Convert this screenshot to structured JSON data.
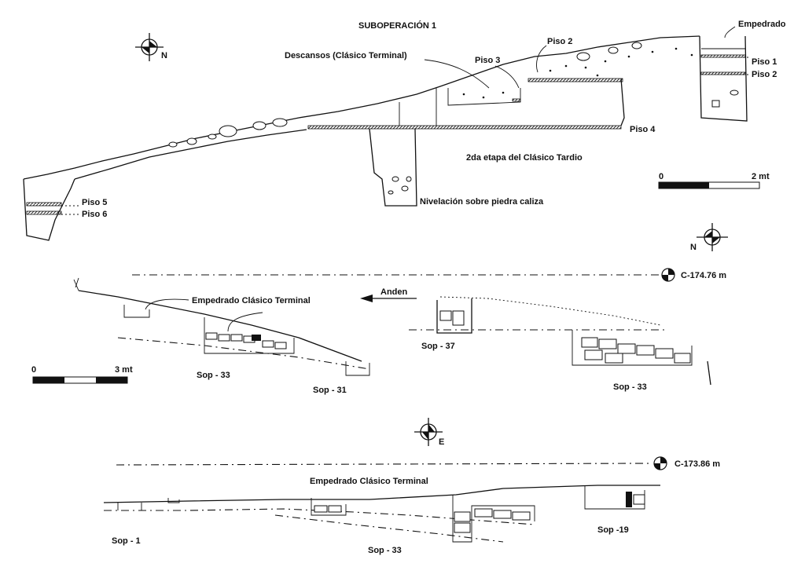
{
  "section1": {
    "title": "SUBOPERACIÓN 1",
    "compass_label": "N",
    "labels": {
      "empedrado": "Empedrado",
      "piso1": "Piso 1",
      "piso2_right": "Piso 2",
      "piso2_top": "Piso 2",
      "piso3": "Piso 3",
      "piso4": "Piso 4",
      "piso5": "Piso 5",
      "piso6": "Piso 6",
      "descansos": "Descansos (Clásico Terminal)",
      "etapa": "2da etapa del Clásico Tardio",
      "nivelacion": "Nivelación sobre piedra caliza"
    },
    "scale": {
      "start": "0",
      "end": "2 mt"
    }
  },
  "section2": {
    "compass_label": "N",
    "datum": "C-174.76 m",
    "labels": {
      "empedrado": "Empedrado Clásico Terminal",
      "anden": "Anden",
      "sop33_left": "Sop - 33",
      "sop31": "Sop - 31",
      "sop37": "Sop - 37",
      "sop33_right": "Sop - 33"
    },
    "scale": {
      "start": "0",
      "end": "3 mt"
    }
  },
  "section3": {
    "compass_label": "E",
    "datum": "C-173.86 m",
    "labels": {
      "empedrado": "Empedrado Clásico Terminal",
      "sop1": "Sop - 1",
      "sop33": "Sop - 33",
      "sop19": "Sop -19"
    }
  }
}
